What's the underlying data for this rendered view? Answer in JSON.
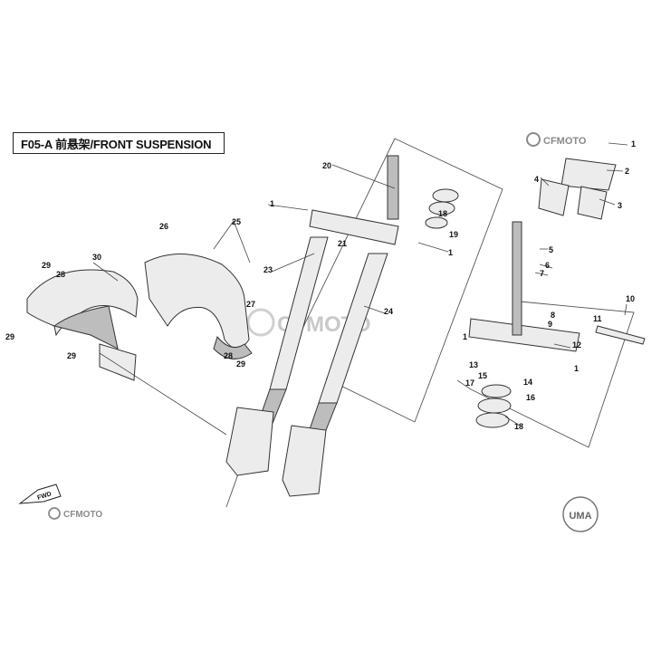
{
  "title": {
    "code": "F05-A",
    "chinese": "前悬架",
    "english": "/FRONT SUSPENSION"
  },
  "logos": {
    "brand": "CFMOTO",
    "watermark": "CFMOTO",
    "badge": "UMA"
  },
  "fwd_label": "FWD",
  "callouts": [
    "1",
    "2",
    "3",
    "4",
    "5",
    "6",
    "7",
    "8",
    "9",
    "10",
    "11",
    "12",
    "13",
    "14",
    "15",
    "16",
    "17",
    "18",
    "19",
    "20",
    "21",
    "23",
    "24",
    "25",
    "26",
    "27",
    "28",
    "29",
    "30"
  ]
}
